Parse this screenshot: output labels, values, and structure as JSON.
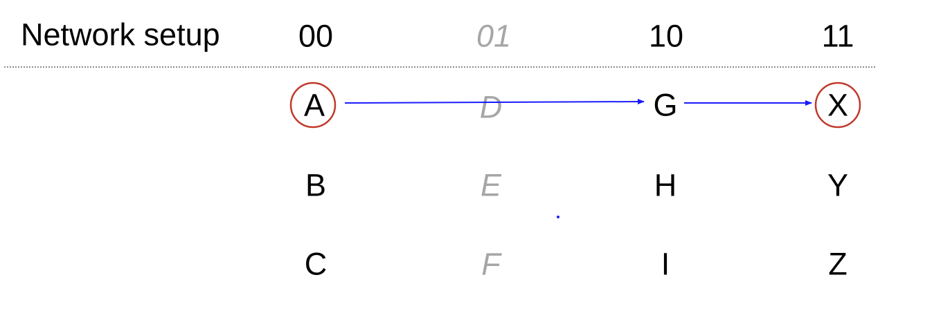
{
  "title": "Network setup",
  "columns": [
    {
      "label": "00",
      "muted": false
    },
    {
      "label": "01",
      "muted": true
    },
    {
      "label": "10",
      "muted": false
    },
    {
      "label": "11",
      "muted": false
    }
  ],
  "nodes": [
    [
      "A",
      "B",
      "C"
    ],
    [
      "D",
      "E",
      "F"
    ],
    [
      "G",
      "H",
      "I"
    ],
    [
      "X",
      "Y",
      "Z"
    ]
  ],
  "highlighted": [
    "A",
    "X"
  ],
  "path": [
    "A",
    "G",
    "X"
  ],
  "colors": {
    "text": "#000000",
    "muted": "#a6a6a6",
    "highlight_ring": "#c0392b",
    "path": "#1a1aff",
    "divider": "#8c8c8c"
  }
}
